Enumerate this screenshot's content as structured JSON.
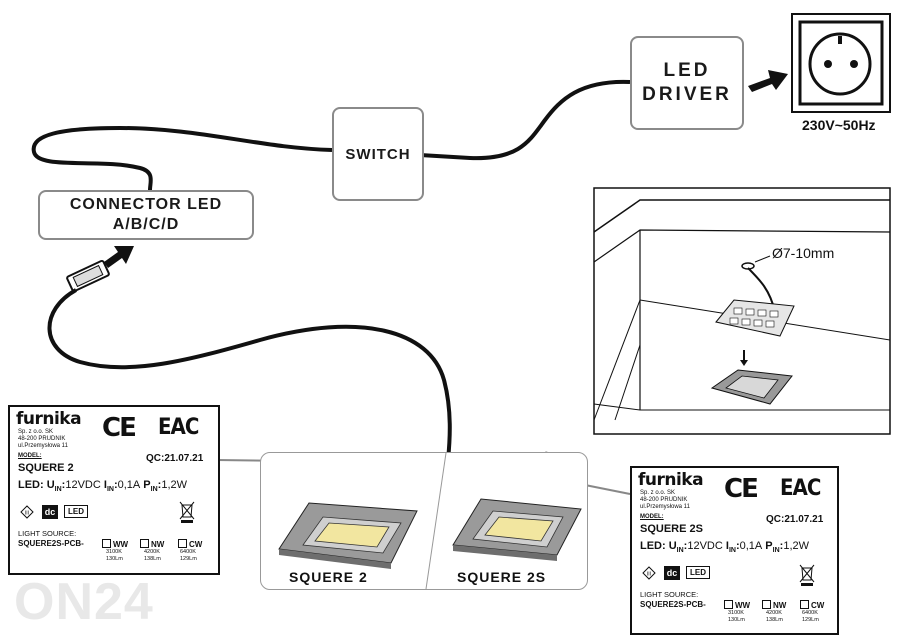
{
  "driver": {
    "line1": "LED",
    "line2": "DRIVER"
  },
  "switch_label": "SWITCH",
  "connector": {
    "line1": "CONNECTOR LED",
    "line2": "A/B/C/D"
  },
  "socket_label": "230V~50Hz",
  "hole_label": "Ø7-10mm",
  "products": [
    "SQUERE 2",
    "SQUERE 2S"
  ],
  "cards": [
    {
      "brand": "furnika",
      "address": [
        "Sp. z o.o. SK",
        "48-200 PRUDNIK",
        "ul.Przemysłowa 11"
      ],
      "model_label": "MODEL:",
      "model_name": "SQUERE 2",
      "qc": "QC:21.07.21",
      "ce": "CE",
      "eac": "EAC",
      "u": "12VDC",
      "i": "0,1A",
      "p": "1,2W",
      "dc": "dc",
      "led": "LED",
      "light_source_label": "LIGHT SOURCE:",
      "light_source_code": "SQUERE2S-PCB-",
      "options": [
        {
          "code": "WW",
          "k": "3100K",
          "lm": "130Lm"
        },
        {
          "code": "NW",
          "k": "4200K",
          "lm": "138Lm"
        },
        {
          "code": "CW",
          "k": "6400K",
          "lm": "129Lm"
        }
      ]
    },
    {
      "brand": "furnika",
      "address": [
        "Sp. z o.o. SK",
        "48-200 PRUDNIK",
        "ul.Przemysłowa 11"
      ],
      "model_label": "MODEL:",
      "model_name": "SQUERE 2S",
      "qc": "QC:21.07.21",
      "ce": "CE",
      "eac": "EAC",
      "u": "12VDC",
      "i": "0,1A",
      "p": "1,2W",
      "dc": "dc",
      "led": "LED",
      "light_source_label": "LIGHT SOURCE:",
      "light_source_code": "SQUERE2S-PCB-",
      "options": [
        {
          "code": "WW",
          "k": "3100K",
          "lm": "130Lm"
        },
        {
          "code": "NW",
          "k": "4200K",
          "lm": "138Lm"
        },
        {
          "code": "CW",
          "k": "6400K",
          "lm": "129Lm"
        }
      ]
    }
  ],
  "watermark": "ON24",
  "colors": {
    "cable": "#111111",
    "box_border": "#8a8a8a",
    "panel_fill": "#c8c8c8",
    "led_yellow": "#f2e6a0"
  }
}
